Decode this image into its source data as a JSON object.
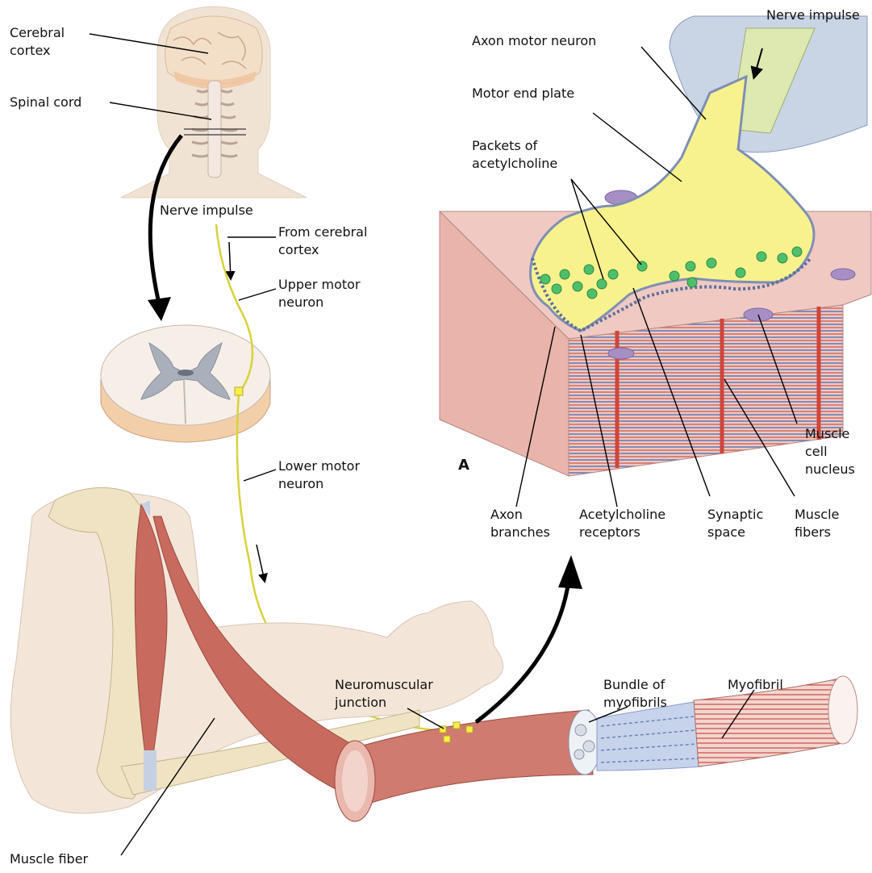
{
  "labels": {
    "cerebral_cortex": "Cerebral\ncortex",
    "spinal_cord": "Spinal cord",
    "nerve_impulse_left": "Nerve impulse",
    "from_cerebral_cortex": "From cerebral\ncortex",
    "upper_motor_neuron": "Upper motor\nneuron",
    "lower_motor_neuron": "Lower motor\nneuron",
    "neuromuscular_junction": "Neuromuscular\njunction",
    "bundle_of_myofibrils": "Bundle of\nmyofibrils",
    "myofibril": "Myofibril",
    "muscle_fiber": "Muscle fiber",
    "nerve_impulse_top": "Nerve impulse",
    "axon_motor_neuron": "Axon motor neuron",
    "motor_end_plate": "Motor end plate",
    "packets_of_acetylcholine": "Packets of\nacetylcholine",
    "muscle_cell_nucleus": "Muscle\ncell\nnucleus",
    "axon_branches": "Axon\nbranches",
    "acetylcholine_receptors": "Acetylcholine\nreceptors",
    "synaptic_space": "Synaptic\nspace",
    "muscle_fibers": "Muscle\nfibers",
    "panel_letter": "A"
  },
  "colors": {
    "skin": "#f1e3d3",
    "spinal_gray": "#a9afbb",
    "nerve": "#d8d23c",
    "muscle_red": "#c86a5e",
    "muscle_pink": "#eab8ad",
    "axon_yellow": "#f8f28e",
    "vesicle_green": "#4fbf6a",
    "membrane_blue": "#8ea3c7",
    "striation_blue": "#5a78b8",
    "striation_red": "#d0453a",
    "bone": "#efe3c3",
    "arrow": "#000000"
  }
}
